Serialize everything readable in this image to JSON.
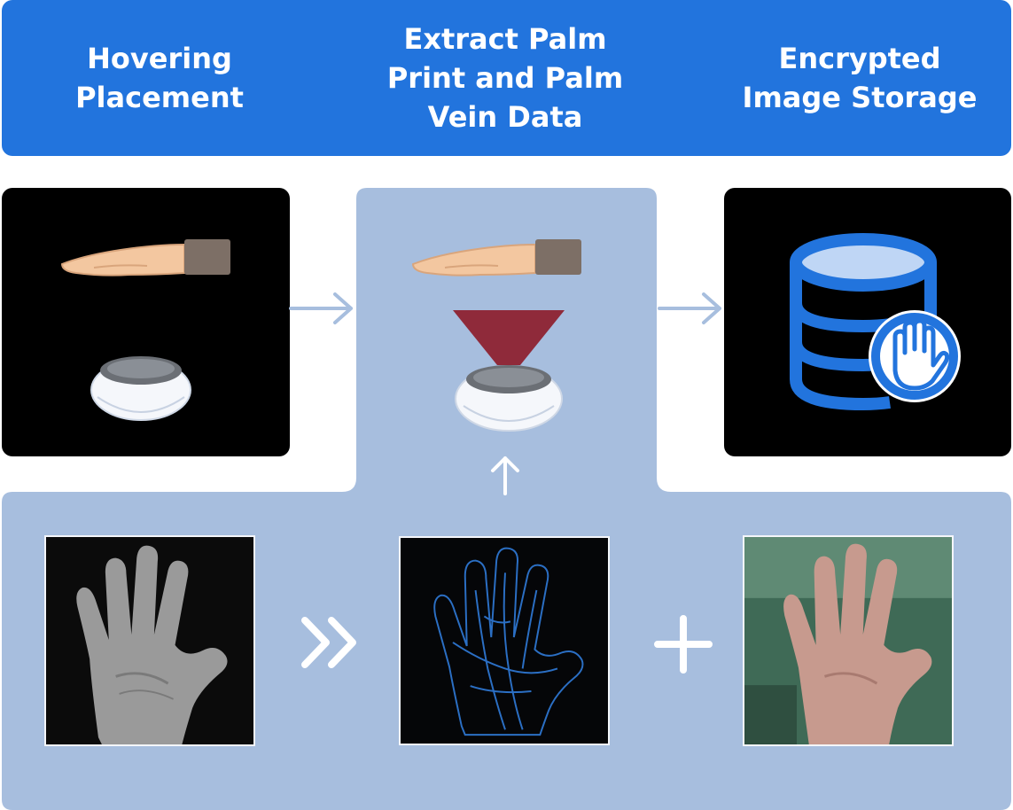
{
  "steps": [
    {
      "id": "hover",
      "title_lines": [
        "Hovering",
        "Placement"
      ]
    },
    {
      "id": "extract",
      "title_lines": [
        "Extract Palm",
        "Print and Palm",
        "Vein Data"
      ]
    },
    {
      "id": "store",
      "title_lines": [
        "Encrypted",
        "Image Storage"
      ]
    }
  ],
  "icons": {
    "arrow_right": "arrow-right-icon",
    "arrow_up": "arrow-up-icon",
    "double_chevron": "double-chevron-right-icon",
    "plus": "plus-icon",
    "database": "database-icon",
    "hand": "hand-icon"
  },
  "colors": {
    "header_blue": "#2274dd",
    "panel": "#a7bede",
    "arrow": "#a7bede",
    "beam": "#8f2a3a",
    "db_blue": "#2274dd"
  }
}
